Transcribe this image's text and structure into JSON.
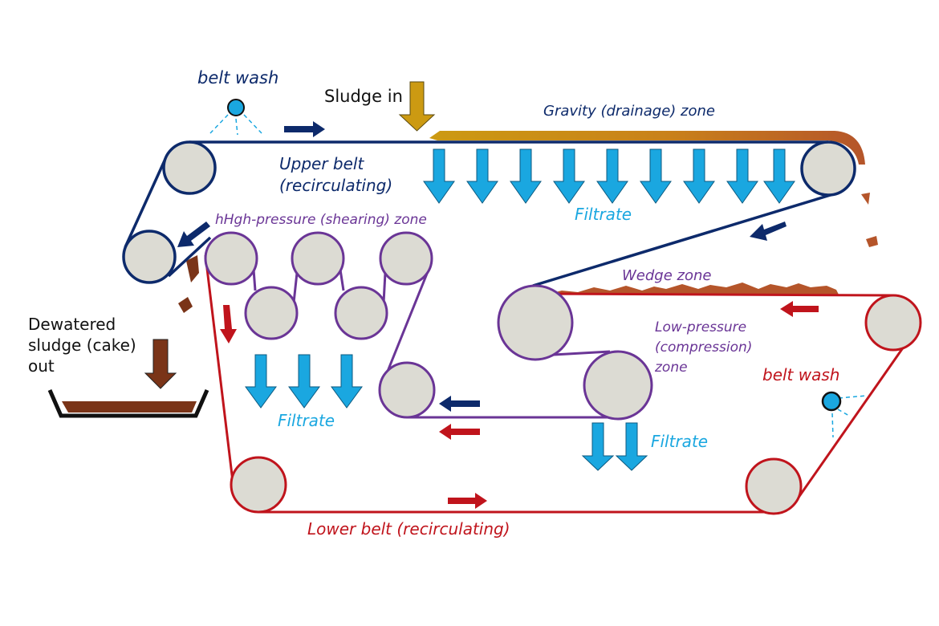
{
  "diagram": {
    "title": "Belt filter press",
    "colors": {
      "upper_belt": "#0d2a6b",
      "pressure_belt": "#6a3596",
      "lower_belt": "#c0141c",
      "roller_fill": "#dcdbd3",
      "filtrate": "#1aa7e0",
      "sludge_in": "#cc9a12",
      "cake": "#7a3418",
      "wedge_cake": "#b5552a"
    },
    "labels": {
      "belt_wash_top": "belt wash",
      "sludge_in": "Sludge in",
      "gravity_zone": "Gravity (drainage) zone",
      "upper_belt_line1": "Upper belt",
      "upper_belt_line2": "(recirculating)",
      "high_pressure_zone": "hHgh-pressure (shearing) zone",
      "filtrate_gravity": "Filtrate",
      "wedge_zone": "Wedge zone",
      "low_pressure_line1": "Low-pressure",
      "low_pressure_line2": "(compression)",
      "low_pressure_line3": "zone",
      "belt_wash_bottom": "belt wash",
      "cake_out_line1": "Dewatered",
      "cake_out_line2": "sludge (cake)",
      "cake_out_line3": "out",
      "filtrate_shearing": "Filtrate",
      "filtrate_compression": "Filtrate",
      "lower_belt": "Lower belt (recirculating)"
    }
  }
}
